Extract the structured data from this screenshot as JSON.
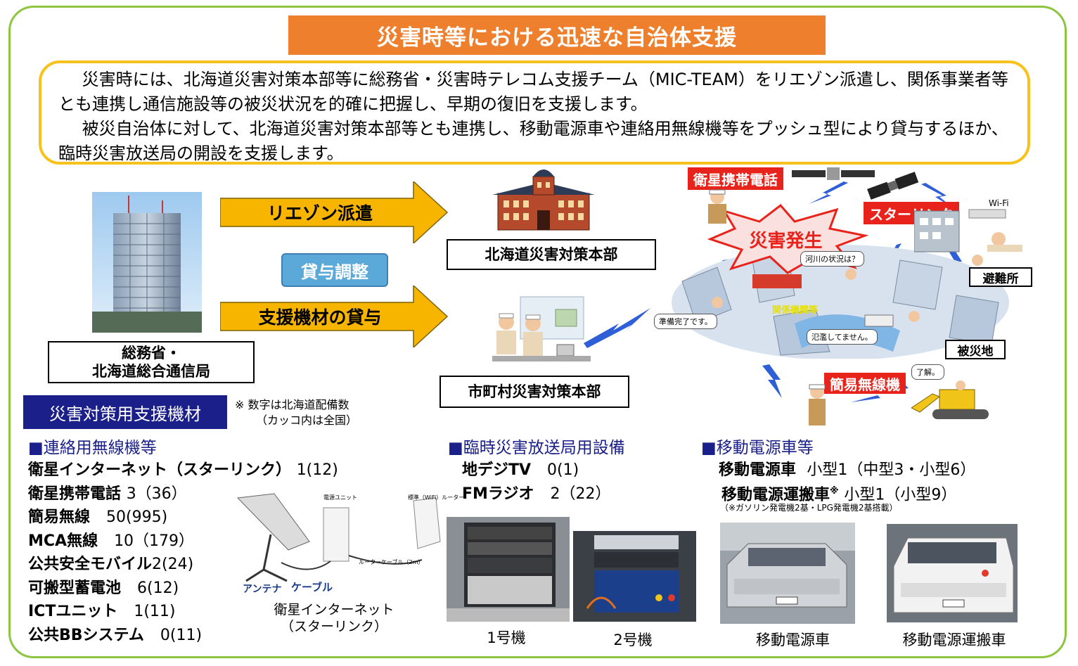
{
  "title": "災害時等における迅速な自治体支援",
  "intro": {
    "p1": "災害時には、北海道災害対策本部等に総務省・災害時テレコム支援チーム（MIC-TEAM）をリエゾン派遣し、関係事業者等とも連携し通信施設等の被災状況を的確に把握し、早期の復旧を支援します。",
    "p2": "被災自治体に対して、北海道災害対策本部等とも連携し、移動電源車や連絡用無線機等をプッシュ型により貸与するほか、臨時災害放送局の開設を支援します。"
  },
  "flow": {
    "mic_label_1": "総務省・",
    "mic_label_2": "北海道総合通信局",
    "arrow_liaison": "リエゾン派遣",
    "arrow_lending": "支援機材の貸与",
    "lending_adjust": "貸与調整",
    "hq_hokkaido": "北海道災害対策本部",
    "hq_municipal": "市町村災害対策本部"
  },
  "scene": {
    "satellite_phone": "衛星携帯電話",
    "starlink": "スターリンク",
    "wifi": "Wi-Fi",
    "disaster": "災害発生",
    "evacuation": "避難所",
    "affected_area": "被災地",
    "simple_radio": "簡易無線機",
    "orgs": "関係機関等",
    "bubble_river": "河川の状況は？",
    "bubble_ready": "準備完了です。",
    "bubble_flood": "氾濫してません。",
    "bubble_ok": "了解。"
  },
  "equipment": {
    "section_title": "災害対策用支援機材",
    "note_1": "※ 数字は北海道配備数",
    "note_2": "（カッコ内は全国）",
    "radio": {
      "heading": "■連絡用無線機等",
      "items": [
        {
          "name": "衛星インターネット（スターリンク）",
          "num": "1(12)"
        },
        {
          "name": "衛星携帯電話",
          "num": "3（36）"
        },
        {
          "name": "簡易無線",
          "num": "50(995)"
        },
        {
          "name": "MCA無線",
          "num": "10（179）"
        },
        {
          "name": "公共安全モバイル",
          "num": "2(24)"
        },
        {
          "name": "可搬型蓄電池",
          "num": "6(12)"
        },
        {
          "name": "ICTユニット",
          "num": "1(11)"
        },
        {
          "name": "公共BBシステム",
          "num": "0(11)"
        }
      ],
      "antenna": "アンテナ",
      "cable": "ケーブル",
      "power_unit": "電源ユニット",
      "router": "標準（WiFi）ルーター",
      "router_cable": "ルーターケーブル（2m）",
      "starlink_cap_1": "衛星インターネット",
      "starlink_cap_2": "（スターリンク）"
    },
    "broadcast": {
      "heading": "■臨時災害放送局用設備",
      "items": [
        {
          "name": "地デジTV",
          "num": "0(1)"
        },
        {
          "name": "FMラジオ",
          "num": "2（22）"
        }
      ],
      "cap_1": "1号機",
      "cap_2": "2号機"
    },
    "power": {
      "heading": "■移動電源車等",
      "line_1_name": "移動電源車",
      "line_1_val": "小型1（中型3・小型6）",
      "line_2_name": "移動電源運搬車",
      "line_2_mark": "※",
      "line_2_val": "小型1（小型9）",
      "footnote": "（※ガソリン発電機2基・LPG発電機2基搭載）",
      "cap_1": "移動電源車",
      "cap_2": "移動電源運搬車"
    }
  },
  "colors": {
    "frame": "#8cc63f",
    "title_bg": "#ee7f2d",
    "intro_border": "#f6c21b",
    "arrow": "#f7b500",
    "lend_btn": "#5aa9d9",
    "section_bg": "#1a1f8a",
    "alert_red": "#e8231b"
  }
}
